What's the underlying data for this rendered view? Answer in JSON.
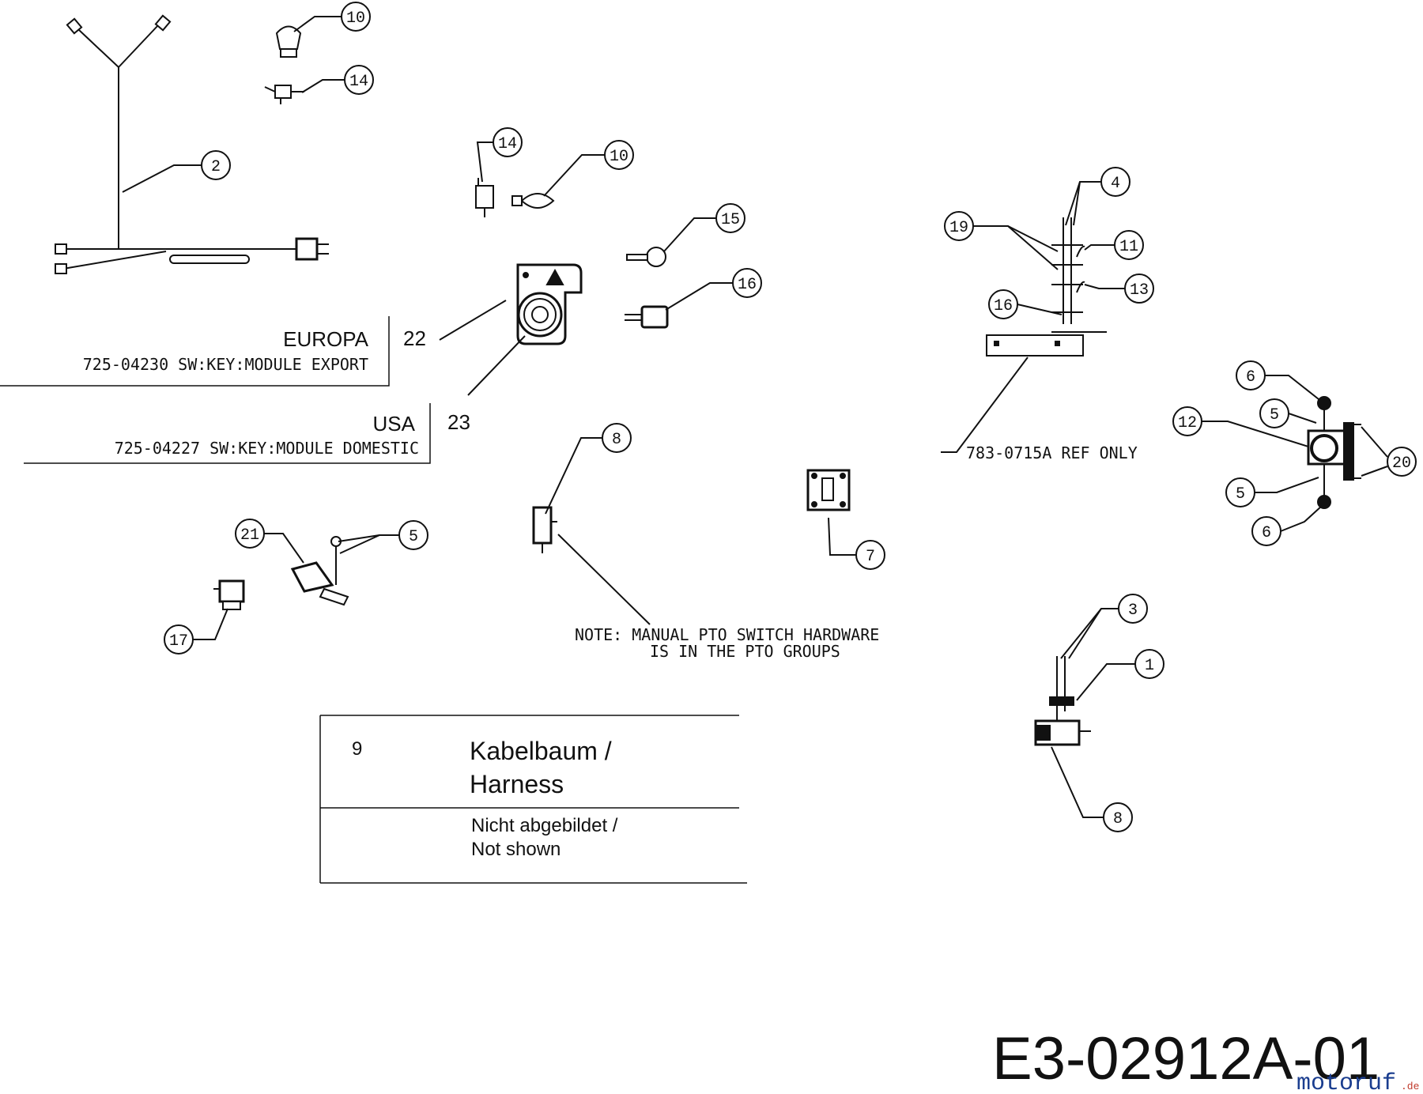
{
  "callouts": [
    {
      "id": "c-10a",
      "label": "10"
    },
    {
      "id": "c-14a",
      "label": "14"
    },
    {
      "id": "c-2",
      "label": "2"
    },
    {
      "id": "c-14b",
      "label": "14"
    },
    {
      "id": "c-10b",
      "label": "10"
    },
    {
      "id": "c-15",
      "label": "15"
    },
    {
      "id": "c-16a",
      "label": "16"
    },
    {
      "id": "c-4",
      "label": "4"
    },
    {
      "id": "c-19",
      "label": "19"
    },
    {
      "id": "c-11",
      "label": "11"
    },
    {
      "id": "c-13",
      "label": "13"
    },
    {
      "id": "c-16b",
      "label": "16"
    },
    {
      "id": "c-6a",
      "label": "6"
    },
    {
      "id": "c-5a",
      "label": "5"
    },
    {
      "id": "c-12",
      "label": "12"
    },
    {
      "id": "c-20",
      "label": "20"
    },
    {
      "id": "c-5b",
      "label": "5"
    },
    {
      "id": "c-6b",
      "label": "6"
    },
    {
      "id": "c-8a",
      "label": "8"
    },
    {
      "id": "c-7",
      "label": "7"
    },
    {
      "id": "c-21",
      "label": "21"
    },
    {
      "id": "c-5c",
      "label": "5"
    },
    {
      "id": "c-17",
      "label": "17"
    },
    {
      "id": "c-3",
      "label": "3"
    },
    {
      "id": "c-1",
      "label": "1"
    },
    {
      "id": "c-8b",
      "label": "8"
    }
  ],
  "legend_europa": {
    "title": "EUROPA",
    "part": "725-04230 SW:KEY:MODULE EXPORT",
    "ref": "22"
  },
  "legend_usa": {
    "title": "USA",
    "part": "725-04227 SW:KEY:MODULE DOMESTIC",
    "ref": "23"
  },
  "ref_note": "783-0715A REF ONLY",
  "pto_note": {
    "line1": "NOTE: MANUAL PTO SWITCH HARDWARE",
    "line2": "IS IN THE PTO GROUPS"
  },
  "table": {
    "row1": {
      "num": "9",
      "line1": "Kabelbaum /",
      "line2": "Harness"
    },
    "row2": {
      "line1": "Nicht abgebildet /",
      "line2": "Not shown"
    }
  },
  "diagram_code": "E3-02912A-01",
  "watermark": {
    "brand": "motoruf",
    "suffix": ".de",
    "colors": [
      "#1a3d8f",
      "#c0392b"
    ]
  }
}
